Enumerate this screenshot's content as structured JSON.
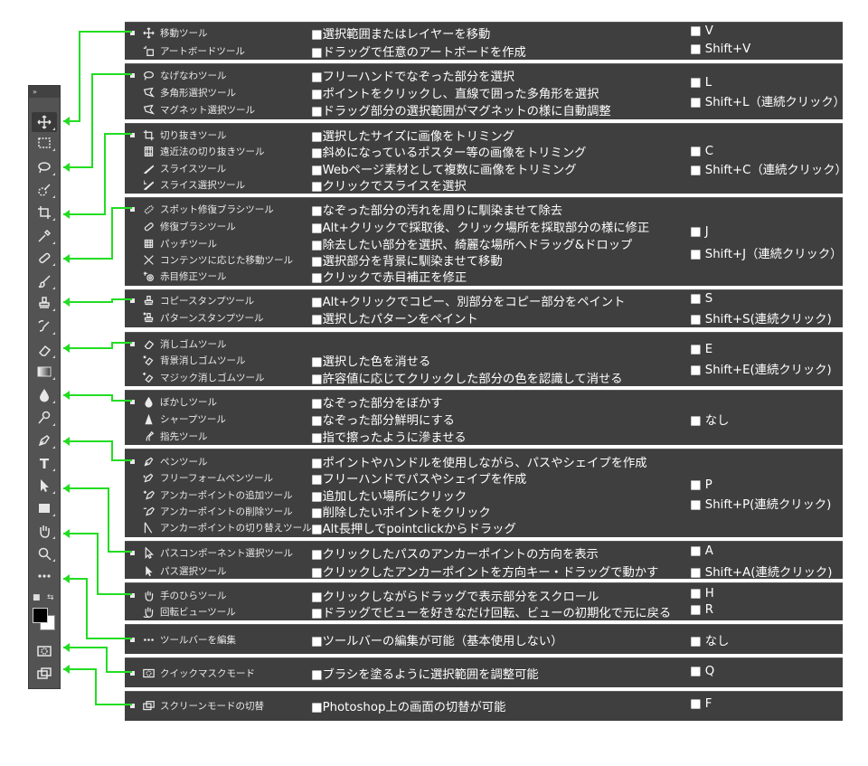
{
  "toolbar": {
    "header": "»",
    "tools": [
      {
        "name": "move",
        "icon": "move-icon"
      },
      {
        "name": "marquee",
        "icon": "rect-marquee-icon"
      },
      {
        "name": "lasso",
        "icon": "lasso-icon"
      },
      {
        "name": "quick-select",
        "icon": "quick-select-icon"
      },
      {
        "name": "crop",
        "icon": "crop-icon"
      },
      {
        "name": "eyedropper",
        "icon": "eyedropper-icon"
      },
      {
        "name": "healing",
        "icon": "bandage-icon"
      },
      {
        "name": "brush",
        "icon": "brush-icon"
      },
      {
        "name": "stamp",
        "icon": "stamp-icon"
      },
      {
        "name": "history-brush",
        "icon": "history-brush-icon"
      },
      {
        "name": "eraser",
        "icon": "eraser-icon"
      },
      {
        "name": "gradient",
        "icon": "gradient-icon"
      },
      {
        "name": "blur",
        "icon": "drop-icon"
      },
      {
        "name": "dodge",
        "icon": "dodge-icon"
      },
      {
        "name": "pen",
        "icon": "pen-icon"
      },
      {
        "name": "type",
        "icon": "type-icon"
      },
      {
        "name": "path-select",
        "icon": "arrow-icon"
      },
      {
        "name": "shape",
        "icon": "rectangle-icon"
      },
      {
        "name": "hand",
        "icon": "hand-icon"
      },
      {
        "name": "zoom",
        "icon": "zoom-icon"
      },
      {
        "name": "edit-toolbar",
        "icon": "more-icon"
      }
    ],
    "type_glyph": "T",
    "more_glyph": "•••"
  },
  "groups": [
    {
      "id": "move",
      "rows": [
        {
          "tool": "移動ツール",
          "icon": "move-icon",
          "desc": "■選択範囲またはレイヤーを移動",
          "key": "■ V"
        },
        {
          "tool": "アートボードツール",
          "icon": "artboard-icon",
          "desc": "■ドラッグで任意のアートボードを作成",
          "key": "■ Shift+V"
        }
      ]
    },
    {
      "id": "lasso",
      "rows": [
        {
          "tool": "なげなわツール",
          "icon": "lasso-icon",
          "desc": "■フリーハンドでなぞった部分を選択",
          "key": "■ L"
        },
        {
          "tool": "多角形選択ツール",
          "icon": "polygon-lasso-icon",
          "desc": "■ポイントをクリックし、直線で囲った多角形を選択",
          "key": "■ Shift+L（連続クリック）"
        },
        {
          "tool": "マグネット選択ツール",
          "icon": "magnetic-lasso-icon",
          "desc": "■ドラッグ部分の選択範囲がマグネットの様に自動調整",
          "key": ""
        }
      ]
    },
    {
      "id": "crop",
      "rows": [
        {
          "tool": "切り抜きツール",
          "icon": "crop-icon",
          "desc": "■選択したサイズに画像をトリミング",
          "key": ""
        },
        {
          "tool": "遠近法の切り抜きツール",
          "icon": "perspective-crop-icon",
          "desc": "■斜めになっているポスター等の画像をトリミング",
          "key": "■ C"
        },
        {
          "tool": "スライスツール",
          "icon": "slice-icon",
          "desc": "■Webページ素材として複数に画像をトリミング",
          "key": "■ Shift+C（連続クリック）"
        },
        {
          "tool": "スライス選択ツール",
          "icon": "slice-select-icon",
          "desc": "■クリックでスライスを選択",
          "key": ""
        }
      ]
    },
    {
      "id": "heal",
      "rows": [
        {
          "tool": "スポット修復ブラシツール",
          "icon": "spot-heal-icon",
          "desc": "■なぞった部分の汚れを周りに馴染ませて除去",
          "key": ""
        },
        {
          "tool": "修復ブラシツール",
          "icon": "heal-brush-icon",
          "desc": "■Alt+クリックで採取後、クリック場所を採取部分の様に修正",
          "key": ""
        },
        {
          "tool": "パッチツール",
          "icon": "patch-icon",
          "desc": "■除去したい部分を選択、綺麗な場所へドラッグ&ドロップ",
          "key": "■ J"
        },
        {
          "tool": "コンテンツに応じた移動ツール",
          "icon": "content-move-icon",
          "desc": "■選択部分を背景に馴染ませて移動",
          "key": "■ Shift+J（連続クリック）"
        },
        {
          "tool": "赤目修正ツール",
          "icon": "red-eye-icon",
          "desc": "■クリックで赤目補正を修正",
          "key": ""
        }
      ]
    },
    {
      "id": "stamp",
      "rows": [
        {
          "tool": "コピースタンプツール",
          "icon": "stamp-icon",
          "desc": "■Alt+クリックでコピー、別部分をコピー部分をペイント",
          "key": "■ S"
        },
        {
          "tool": "パターンスタンプツール",
          "icon": "pattern-stamp-icon",
          "desc": "■選択したパターンをペイント",
          "key": "■ Shift+S(連続クリック)"
        }
      ]
    },
    {
      "id": "eraser",
      "rows": [
        {
          "tool": "消しゴムツール",
          "icon": "eraser-icon",
          "desc": "",
          "key": ""
        },
        {
          "tool": "背景消しゴムツール",
          "icon": "bg-eraser-icon",
          "desc": "■選択した色を消せる",
          "key": "■ E"
        },
        {
          "tool": "マジック消しゴムツール",
          "icon": "magic-eraser-icon",
          "desc": "■許容値に応じてクリックした部分の色を認識して消せる",
          "key": "■ Shift+E(連続クリック)"
        }
      ]
    },
    {
      "id": "blur",
      "rows": [
        {
          "tool": "ぼかしツール",
          "icon": "drop-icon",
          "desc": "■なぞった部分をぼかす",
          "key": ""
        },
        {
          "tool": "シャープツール",
          "icon": "sharpen-icon",
          "desc": "■なぞった部分鮮明にする",
          "key": "■ なし"
        },
        {
          "tool": "指先ツール",
          "icon": "smudge-icon",
          "desc": "■指で擦ったように滲ませる",
          "key": ""
        }
      ]
    },
    {
      "id": "pen",
      "rows": [
        {
          "tool": "ペンツール",
          "icon": "pen-icon",
          "desc": "■ポイントやハンドルを使用しながら、パスやシェイプを作成",
          "key": ""
        },
        {
          "tool": "フリーフォームペンツール",
          "icon": "freeform-pen-icon",
          "desc": "■フリーハンドでパスやシェイプを作成",
          "key": ""
        },
        {
          "tool": "アンカーポイントの追加ツール",
          "icon": "add-anchor-icon",
          "desc": "■追加したい場所にクリック",
          "key": "■ P"
        },
        {
          "tool": "アンカーポイントの削除ツール",
          "icon": "delete-anchor-icon",
          "desc": "■削除したいポイントをクリック",
          "key": "■ Shift+P(連続クリック)"
        },
        {
          "tool": "アンカーポイントの切り替えツール",
          "icon": "convert-anchor-icon",
          "desc": "■Alt長押しでpointclickからドラッグ",
          "key": ""
        }
      ]
    },
    {
      "id": "path",
      "rows": [
        {
          "tool": "パスコンポーネント選択ツール",
          "icon": "arrow-hollow-icon",
          "desc": "■クリックしたパスのアンカーポイントの方向を表示",
          "key": "■ A"
        },
        {
          "tool": "パス選択ツール",
          "icon": "arrow-icon",
          "desc": "■クリックしたアンカーポイントを方向キー・ドラッグで動かす",
          "key": "■ Shift+A(連続クリック)"
        }
      ]
    },
    {
      "id": "hand",
      "rows": [
        {
          "tool": "手のひらツール",
          "icon": "hand-icon",
          "desc": "■クリックしながらドラッグで表示部分をスクロール",
          "key": "■ H"
        },
        {
          "tool": "回転ビューツール",
          "icon": "rotate-view-icon",
          "desc": "■ドラッグでビューを好きなだけ回転、ビューの初期化で元に戻る",
          "key": "■ R"
        }
      ]
    },
    {
      "id": "toolbar-edit",
      "rows": [
        {
          "tool": "ツールバーを編集",
          "icon": "more-icon",
          "desc": "■ツールバーの編集が可能（基本使用しない）",
          "key": "■ なし"
        }
      ]
    },
    {
      "id": "quickmask",
      "rows": [
        {
          "tool": "クイックマスクモード",
          "icon": "quick-mask-icon",
          "desc": "■ブラシを塗るように選択範囲を調整可能",
          "key": "■ Q"
        }
      ]
    },
    {
      "id": "screenmode",
      "rows": [
        {
          "tool": "スクリーンモードの切替",
          "icon": "screen-mode-icon",
          "desc": "■Photoshop上の画面の切替が可能",
          "key": "■ F"
        }
      ]
    }
  ],
  "colors": {
    "panel": "#3f3f3f",
    "toolbar": "#535353",
    "connector": "#22dd22",
    "text": "#ffffff"
  }
}
